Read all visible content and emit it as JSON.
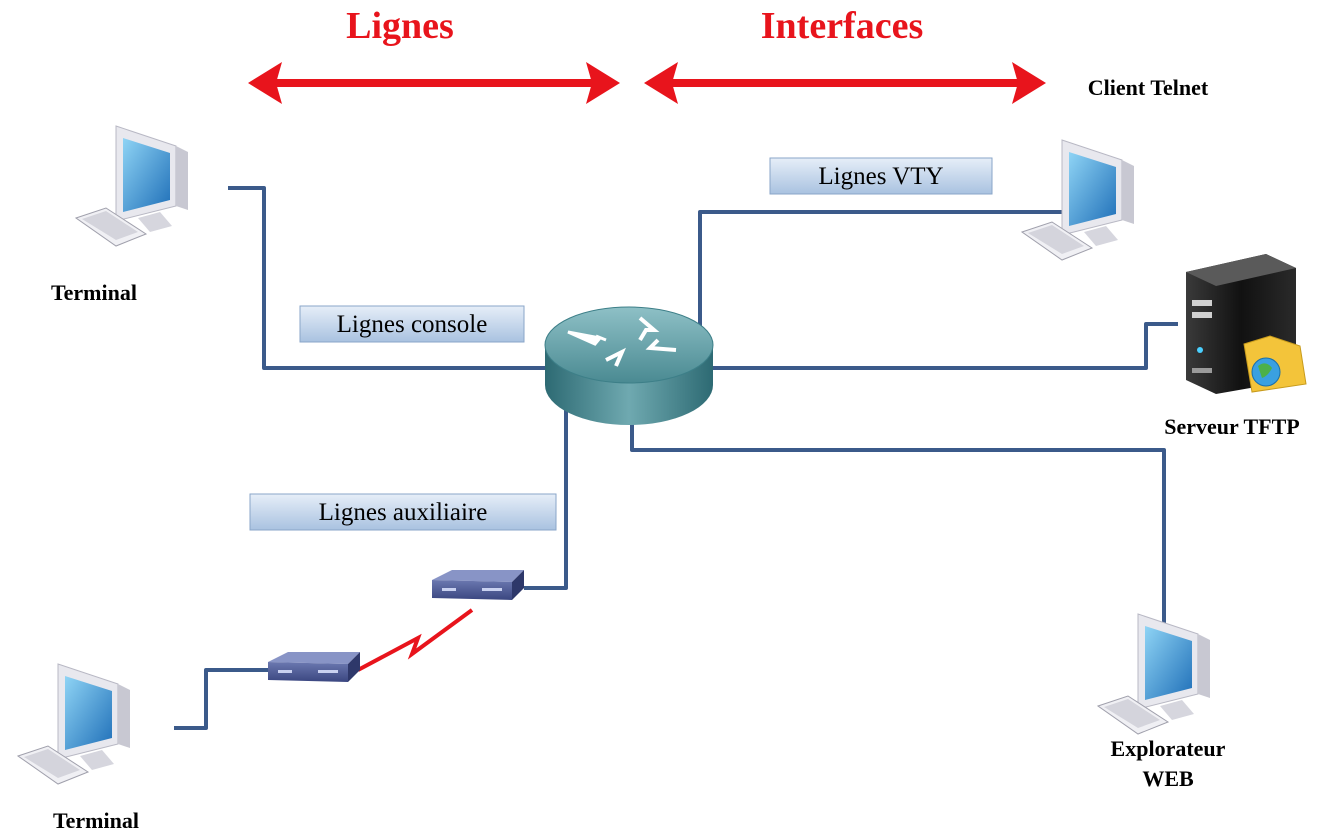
{
  "colors": {
    "accent_red": "#e8141c",
    "link_blue": "#3b5a8a",
    "label_box_top": "#dde8f5",
    "label_box_bottom": "#a9c2e0",
    "label_box_border": "#8aa6c8",
    "router_body": "#3d7f88",
    "serial_link": "#e8141c"
  },
  "headers": {
    "lines": "Lignes",
    "interfaces": "Interfaces"
  },
  "line_labels": {
    "console": "Lignes console",
    "vty": "Lignes VTY",
    "aux": "Lignes auxiliaire"
  },
  "nodes": {
    "terminal_top": "Terminal",
    "terminal_bottom": "Terminal",
    "telnet_client": "Client Telnet",
    "tftp_server": "Serveur TFTP",
    "web_browser_line1": "Explorateur",
    "web_browser_line2": "WEB"
  },
  "icons": {
    "router": "router-icon",
    "computer": "computer-icon",
    "server": "server-icon",
    "modem": "modem-icon",
    "serial_link": "lightning-link-icon",
    "arrow": "double-arrow-icon"
  }
}
